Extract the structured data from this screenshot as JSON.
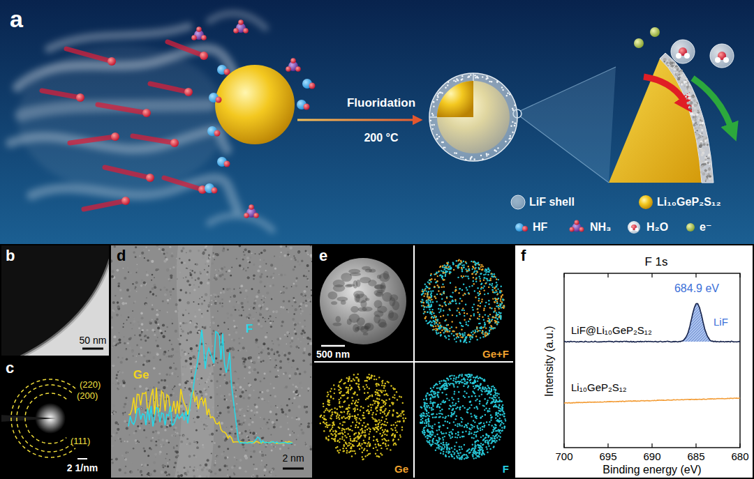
{
  "diagram": {
    "nodes": [
      {
        "text": [
          "a"
        ]
      },
      {
        "text": [
          "b"
        ]
      },
      {
        "text": [
          "c"
        ]
      },
      {
        "text": [
          "d"
        ]
      },
      {
        "text": [
          "e"
        ]
      },
      {
        "text": [
          "500 nm"
        ],
        "in": 4
      },
      {
        "text": [
          "Ge+F"
        ],
        "in": 4
      },
      {
        "text": [
          "Ge"
        ],
        "in": 4
      },
      {
        "text": [
          "F"
        ],
        "in": 4
      },
      {
        "text": [
          "f"
        ]
      }
    ],
    "labels": [
      "Fluoridation",
      "200 °C",
      "50 nm",
      "(220)",
      "(200)",
      "(111)",
      "2 1/nm",
      "Ge",
      "F",
      "2 nm",
      "F 1s",
      "684.9 eV",
      "LiF",
      "LiF@Li₁₀GeP₂S₁₂",
      "Li₁₀GeP₂S₁₂",
      "Intensity (a.u.)",
      "Binding energy (eV)",
      "700",
      "695",
      "690",
      "685",
      "680"
    ],
    "legend": [
      {
        "text": "LiF shell"
      },
      {
        "text": "Li₁₀GeP₂S₁₂"
      },
      {
        "text": "HF"
      },
      {
        "text": "NH₃"
      },
      {
        "text": "H₂O"
      },
      {
        "text": "e⁻"
      }
    ]
  }
}
